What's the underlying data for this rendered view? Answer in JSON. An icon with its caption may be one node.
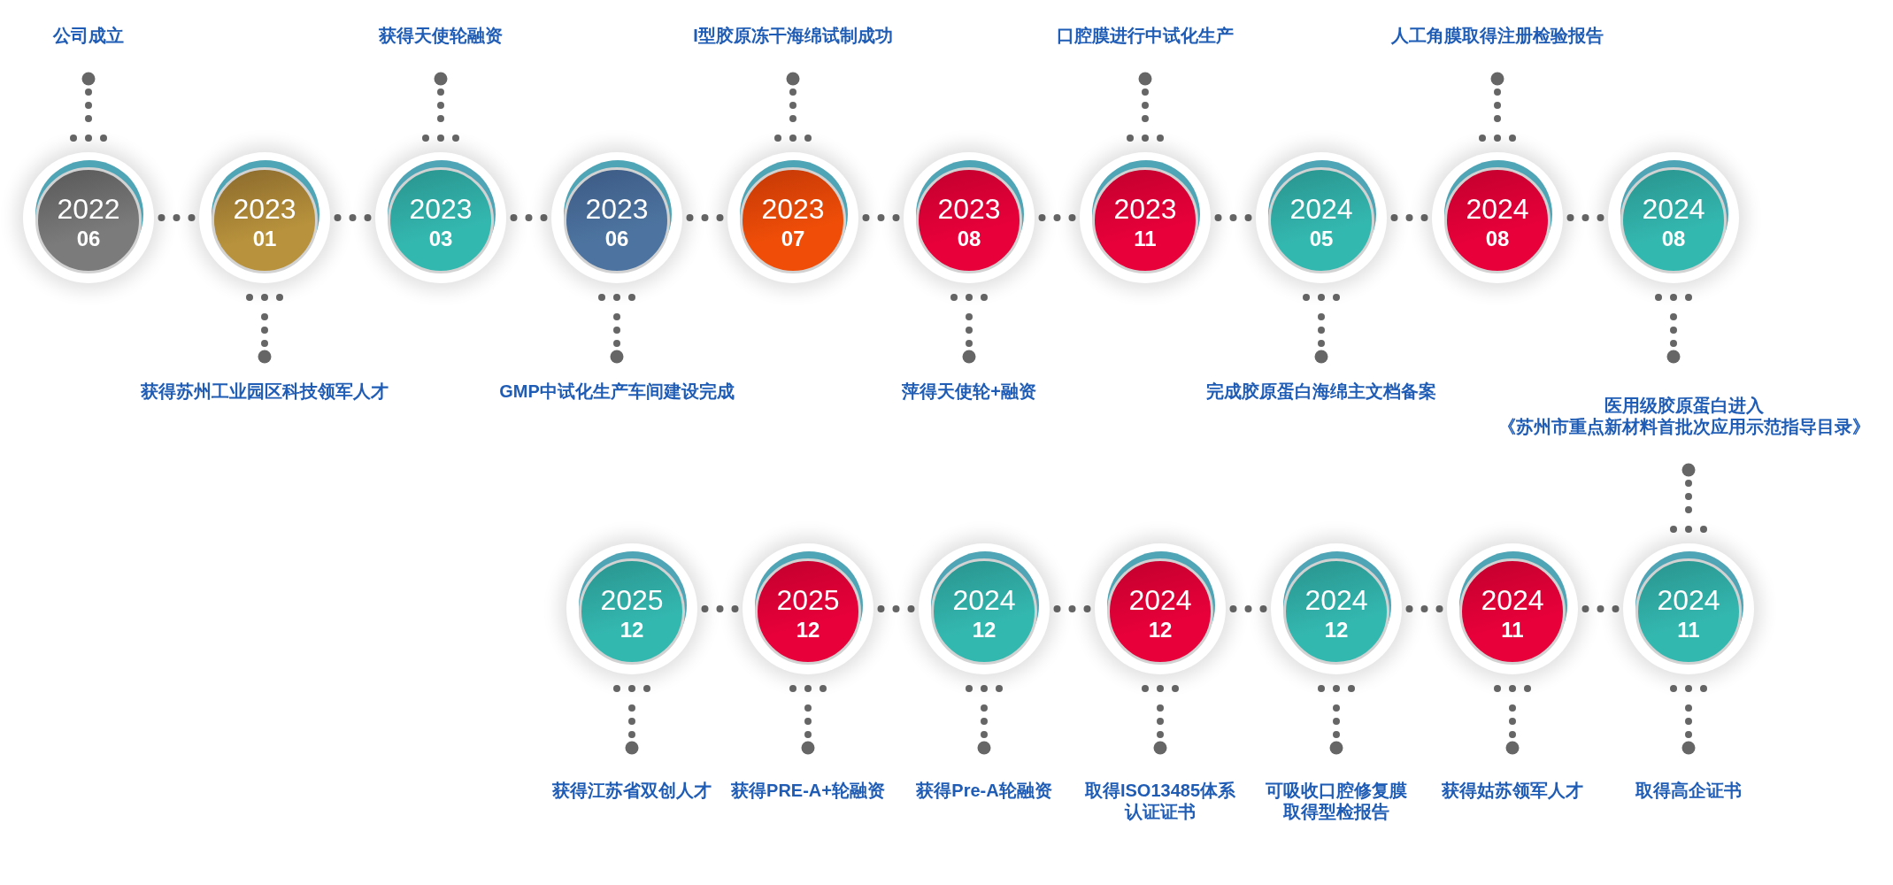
{
  "diagram": {
    "nodes": [
      {
        "text": [
          "2022",
          "06"
        ]
      },
      {
        "text": [
          "公司成立"
        ]
      },
      {
        "text": [
          "2023",
          "01"
        ]
      },
      {
        "text": [
          "获得苏州工业园区科技领军人才"
        ]
      },
      {
        "text": [
          "2023",
          "03"
        ]
      },
      {
        "text": [
          "获得天使轮融资"
        ]
      },
      {
        "text": [
          "2023",
          "06"
        ]
      },
      {
        "text": [
          "GMP中试化生产车间建设完成"
        ]
      },
      {
        "text": [
          "2023",
          "07"
        ]
      },
      {
        "text": [
          "I型胶原冻干海绵试制成功"
        ]
      },
      {
        "text": [
          "2023",
          "08"
        ]
      },
      {
        "text": [
          "萍得天使轮+融资"
        ]
      },
      {
        "text": [
          "2023",
          "11"
        ]
      },
      {
        "text": [
          "口腔膜进行中试化生产"
        ]
      },
      {
        "text": [
          "2024",
          "05"
        ]
      },
      {
        "text": [
          "完成胶原蛋白海绵主文档备案"
        ]
      },
      {
        "text": [
          "2024",
          "08"
        ]
      },
      {
        "text": [
          "人工角膜取得注册检验报告"
        ]
      },
      {
        "text": [
          "2024",
          "08"
        ]
      },
      {
        "text": [
          "医用级胶原蛋白进入《苏州市重点新材料首批次应用示范指导目录》"
        ]
      },
      {
        "text": [
          "2024",
          "11"
        ]
      },
      {
        "text": [
          "取得高企证书"
        ]
      },
      {
        "text": [
          "2024",
          "11"
        ]
      },
      {
        "text": [
          "获得姑苏领军人才"
        ]
      },
      {
        "text": [
          "2024",
          "12"
        ]
      },
      {
        "text": [
          "可吸收口腔修复膜取得型检报告"
        ]
      },
      {
        "text": [
          "2024",
          "12"
        ]
      },
      {
        "text": [
          "取得ISO13485体系认证证书"
        ]
      },
      {
        "text": [
          "2024",
          "12"
        ]
      },
      {
        "text": [
          "获得Pre-A轮融资"
        ]
      },
      {
        "text": [
          "2025",
          "12"
        ]
      },
      {
        "text": [
          "获得PRE-A+轮融资"
        ]
      },
      {
        "text": [
          "2025",
          "12"
        ]
      },
      {
        "text": [
          "获得江苏省双创人才"
        ]
      }
    ],
    "edges": [
      {
        "from": 0,
        "to": 1,
        "arrow": "other",
        "style": "dashed"
      },
      {
        "from": 0,
        "to": 2,
        "arrow": "none",
        "style": "dashed"
      },
      {
        "from": 2,
        "to": 3,
        "arrow": "other",
        "style": "dashed"
      },
      {
        "from": 2,
        "to": 4,
        "arrow": "none",
        "style": "dashed"
      },
      {
        "from": 4,
        "to": 5,
        "arrow": "other",
        "style": "dashed"
      },
      {
        "from": 4,
        "to": 6,
        "arrow": "none",
        "style": "dashed"
      },
      {
        "from": 6,
        "to": 7,
        "arrow": "other",
        "style": "dashed"
      },
      {
        "from": 6,
        "to": 8,
        "arrow": "none",
        "style": "dashed"
      },
      {
        "from": 8,
        "to": 9,
        "arrow": "other",
        "style": "dashed"
      },
      {
        "from": 8,
        "to": 10,
        "arrow": "none",
        "style": "dashed"
      },
      {
        "from": 10,
        "to": 11,
        "arrow": "other",
        "style": "dashed"
      },
      {
        "from": 10,
        "to": 12,
        "arrow": "none",
        "style": "dashed"
      },
      {
        "from": 12,
        "to": 13,
        "arrow": "other",
        "style": "dashed"
      },
      {
        "from": 12,
        "to": 14,
        "arrow": "none",
        "style": "dashed"
      },
      {
        "from": 14,
        "to": 15,
        "arrow": "other",
        "style": "dashed"
      },
      {
        "from": 14,
        "to": 16,
        "arrow": "none",
        "style": "dashed"
      },
      {
        "from": 16,
        "to": 17,
        "arrow": "other",
        "style": "dashed"
      },
      {
        "from": 16,
        "to": 18,
        "arrow": "none",
        "style": "dashed"
      },
      {
        "from": 18,
        "to": 19,
        "arrow": "other",
        "style": "dashed"
      },
      {
        "from": 20,
        "to": 19,
        "arrow": "other",
        "style": "dashed"
      },
      {
        "from": 20,
        "to": 21,
        "arrow": "other",
        "style": "dashed"
      },
      {
        "from": 20,
        "to": 22,
        "arrow": "none",
        "style": "dashed"
      },
      {
        "from": 22,
        "to": 23,
        "arrow": "other",
        "style": "dashed"
      },
      {
        "from": 22,
        "to": 24,
        "arrow": "none",
        "style": "dashed"
      },
      {
        "from": 24,
        "to": 25,
        "arrow": "other",
        "style": "dashed"
      },
      {
        "from": 24,
        "to": 26,
        "arrow": "none",
        "style": "dashed"
      },
      {
        "from": 26,
        "to": 27,
        "arrow": "other",
        "style": "dashed"
      },
      {
        "from": 26,
        "to": 28,
        "arrow": "none",
        "style": "dashed"
      },
      {
        "from": 28,
        "to": 29,
        "arrow": "other",
        "style": "dashed"
      },
      {
        "from": 28,
        "to": 30,
        "arrow": "none",
        "style": "dashed"
      },
      {
        "from": 30,
        "to": 31,
        "arrow": "other",
        "style": "dashed"
      },
      {
        "from": 30,
        "to": 32,
        "arrow": "none",
        "style": "dashed"
      },
      {
        "from": 32,
        "to": 33,
        "arrow": "other",
        "style": "dashed"
      }
    ]
  }
}
